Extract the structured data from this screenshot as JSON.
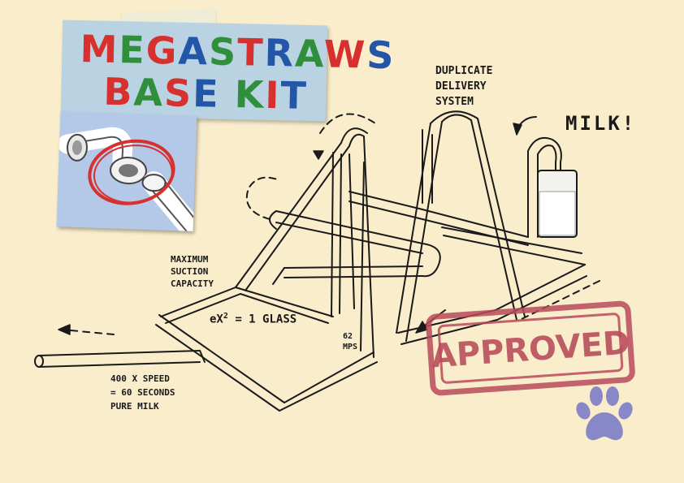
{
  "title": {
    "line1": "MEGASTRAWS",
    "line2": "BASE KIT",
    "colors": {
      "red": "#d6302f",
      "green": "#2f8f3a",
      "blue": "#2456a8"
    }
  },
  "annotations": {
    "duplicate": [
      "DUPLICATE",
      "DELIVERY",
      "SYSTEM"
    ],
    "milk": "MILK!",
    "suction": [
      "MAXIMUM",
      "SUCTION",
      "CAPACITY"
    ],
    "formula_base": "eX",
    "formula_exp": "2",
    "formula_rest": "= 1 GLASS",
    "speed_value": "62",
    "speed_unit": "MPS",
    "bottom": [
      "400 X SPEED",
      "= 60 SECONDS",
      "PURE MILK"
    ]
  },
  "stamp": {
    "text": "APPROVED",
    "color": "#b84a5a"
  },
  "pawprint": {
    "color": "#8888c8"
  },
  "colors": {
    "paper": "#f9edcc",
    "ink": "#1a1a1a",
    "note_blue": "#b9d3e3"
  }
}
